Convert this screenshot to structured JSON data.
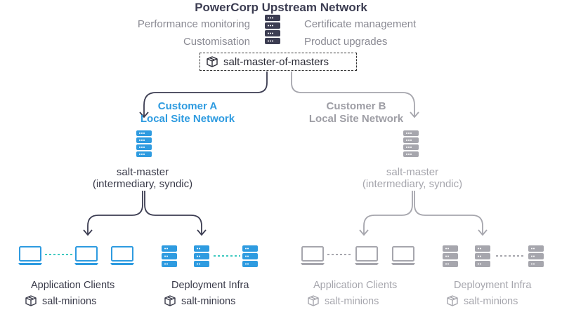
{
  "title": "PowerCorp Upstream Network",
  "features": {
    "performance": "Performance monitoring",
    "certificate": "Certificate management",
    "customisation": "Customisation",
    "upgrades": "Product upgrades"
  },
  "master_of_masters": {
    "label": "salt-master-of-masters",
    "icon": "package-icon"
  },
  "customer_a": {
    "name": "Customer  A",
    "network": "Local Site Network",
    "master_label": "salt-master",
    "master_role": "(intermediary, syndic)",
    "clients_label": "Application Clients",
    "clients_minions": "salt-minions",
    "infra_label": "Deployment Infra",
    "infra_minions": "salt-minions",
    "accent": "#2e9be0"
  },
  "customer_b": {
    "name": "Customer  B",
    "network": "Local Site Network",
    "master_label": "salt-master",
    "master_role": "(intermediary, syndic)",
    "clients_label": "Application Clients",
    "clients_minions": "salt-minions",
    "infra_label": "Deployment Infra",
    "infra_minions": "salt-minions",
    "accent": "#a6a6ad"
  },
  "colors": {
    "dark": "#3c3d52",
    "blue": "#2e9be0",
    "grey": "#a6a6ad"
  }
}
